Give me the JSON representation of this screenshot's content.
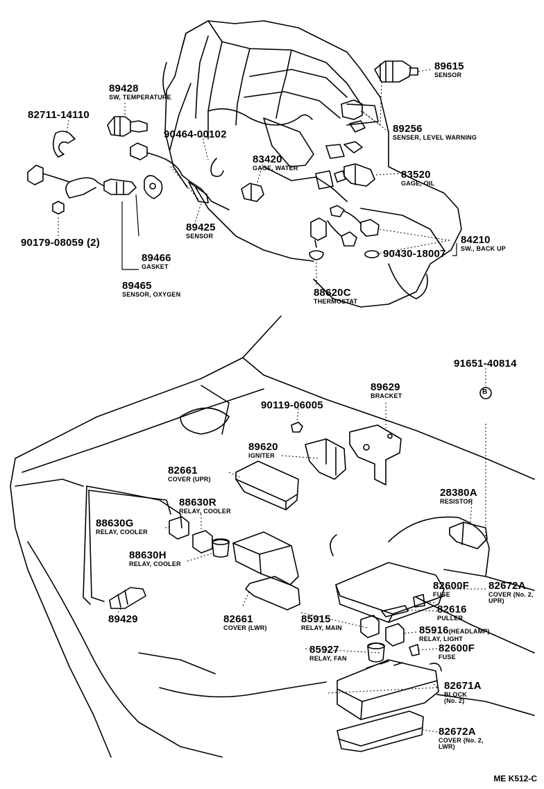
{
  "diagram_code": "ME K512-C",
  "parts": [
    {
      "id": "p1",
      "number": "89615",
      "desc": "SENSOR"
    },
    {
      "id": "p2",
      "number": "89428",
      "desc": "SW, TEMPERATURE"
    },
    {
      "id": "p3",
      "number": "82711-14110",
      "desc": ""
    },
    {
      "id": "p4",
      "number": "90464-00102",
      "desc": ""
    },
    {
      "id": "p5",
      "number": "89256",
      "desc": "SENSER, LEVEL WARNING"
    },
    {
      "id": "p6",
      "number": "83420",
      "desc": "GAGE, WATER"
    },
    {
      "id": "p7",
      "number": "83520",
      "desc": "GAGE, OIL"
    },
    {
      "id": "p8",
      "number": "89425",
      "desc": "SENSOR"
    },
    {
      "id": "p9",
      "number": "90179-08059 (2)",
      "desc": ""
    },
    {
      "id": "p10",
      "number": "84210",
      "desc": "SW., BACK UP"
    },
    {
      "id": "p11",
      "number": "90430-18007",
      "desc": ""
    },
    {
      "id": "p12",
      "number": "89466",
      "desc": "GASKET"
    },
    {
      "id": "p13",
      "number": "89465",
      "desc": "SENSOR, OXYGEN"
    },
    {
      "id": "p14",
      "number": "88620C",
      "desc": "THERMOSTAT"
    },
    {
      "id": "p15",
      "number": "91651-40814",
      "desc": ""
    },
    {
      "id": "p16",
      "number": "89629",
      "desc": "BRACKET"
    },
    {
      "id": "p17",
      "number": "90119-06005",
      "desc": ""
    },
    {
      "id": "p18",
      "number": "89620",
      "desc": "IGNITER"
    },
    {
      "id": "p19",
      "number": "82661",
      "desc": "COVER (UPR)"
    },
    {
      "id": "p20",
      "number": "88630R",
      "desc": "RELAY, COOLER"
    },
    {
      "id": "p21",
      "number": "88630G",
      "desc": "RELAY, COOLER"
    },
    {
      "id": "p22",
      "number": "28380A",
      "desc": "RESISTOR"
    },
    {
      "id": "p23",
      "number": "88630H",
      "desc": "RELAY, COOLER"
    },
    {
      "id": "p24",
      "number": "82600F",
      "desc": "FUSE"
    },
    {
      "id": "p25",
      "number": "82672A",
      "desc": "COVER (No. 2, UPR)"
    },
    {
      "id": "p26",
      "number": "82616",
      "desc": "PULLER"
    },
    {
      "id": "p27",
      "number": "89429",
      "desc": ""
    },
    {
      "id": "p28",
      "number": "82661",
      "desc": "COVER (LWR)"
    },
    {
      "id": "p29",
      "number": "85915",
      "desc": "RELAY, MAIN"
    },
    {
      "id": "p30",
      "number": "85916",
      "desc": "RELAY, LIGHT"
    },
    {
      "id": "p31",
      "number": "85927",
      "desc": "RELAY, FAN"
    },
    {
      "id": "p32",
      "number": "82600F",
      "desc": "FUSE"
    },
    {
      "id": "p33",
      "number": "82671A",
      "desc": "BLOCK (No. 2)"
    },
    {
      "id": "p34",
      "number": "82672A",
      "desc": "COVER (No. 2, LWR)"
    }
  ],
  "part_85916_note": "(HEADLAMP)",
  "bolt_marker": "B"
}
